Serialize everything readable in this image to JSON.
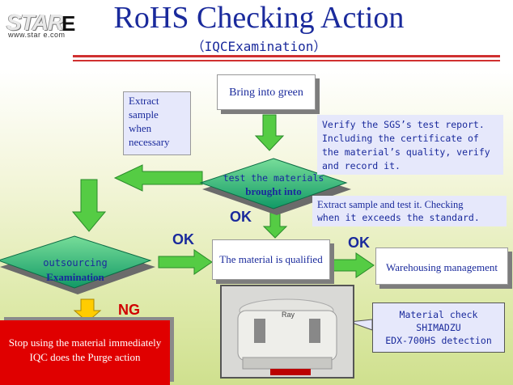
{
  "logo": {
    "main": "STAR",
    "letter": "E",
    "url": "www.star e.com"
  },
  "title": "RoHS Checking Action",
  "subtitle": "（IQCExamination）",
  "nodes": {
    "bring_into_green": "Bring into green",
    "test_materials": {
      "line1": "test the materials",
      "line2": "brought into"
    },
    "outsourcing": {
      "line1": "outsourcing",
      "line2": "Examination"
    },
    "qualified": "The material is qualified",
    "warehousing": "Warehousing management",
    "stop": {
      "line1": "Stop using the material immediately",
      "line2": "IQC does the Purge action"
    }
  },
  "notes": {
    "extract_sample": [
      "Extract",
      "sample",
      "when",
      "necessary"
    ],
    "verify": [
      "Verify the SGS’s test report.",
      "Including the certificate of",
      "the material’s quality, verify",
      "and record it."
    ],
    "extract_test": [
      "Extract sample and test it. Checking",
      "when it exceeds the standard."
    ],
    "material_check": [
      "Material check",
      "SHIMADZU",
      "EDX-700HS detection"
    ]
  },
  "labels": {
    "ok_center": "OK",
    "ok_left": "OK",
    "ok_right": "OK",
    "ng": "NG"
  },
  "machine": {
    "brand": "Ray"
  },
  "colors": {
    "title": "#1a2a9c",
    "arrow": "#44cc44",
    "diamond": "#22aa77",
    "stop": "#e00000",
    "rule": "#d03030"
  }
}
